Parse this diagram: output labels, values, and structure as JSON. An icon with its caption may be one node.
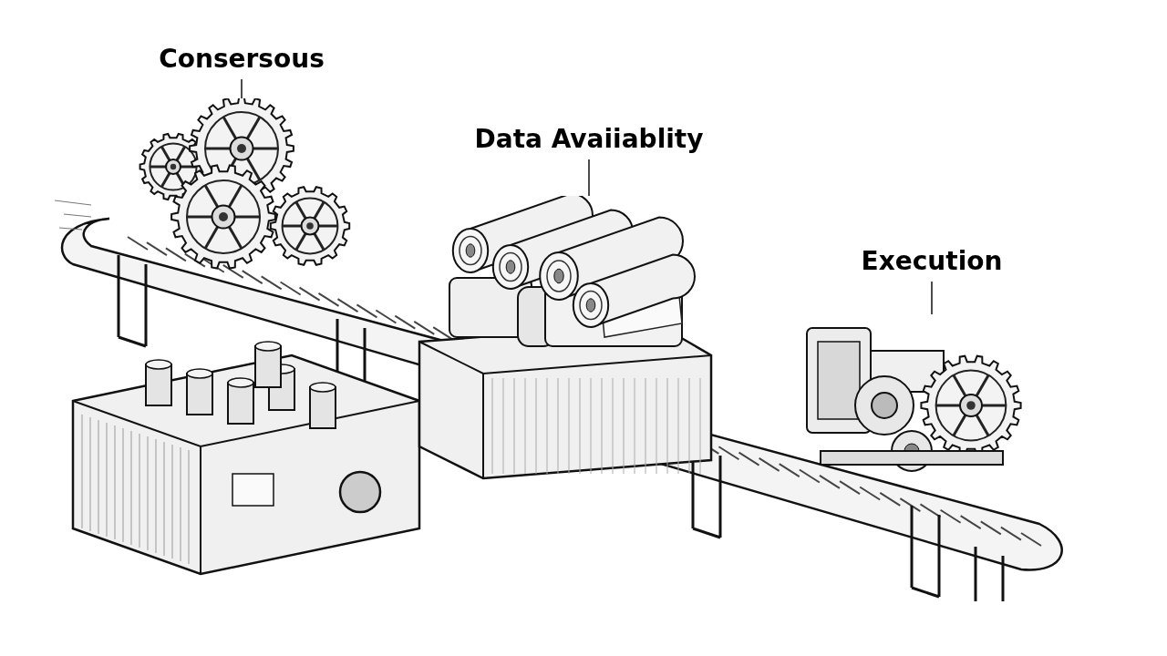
{
  "diagram": {
    "nodes": [
      {
        "text": [
          "Consersous"
        ]
      },
      {
        "text": [
          "Data Avaiiablity"
        ]
      },
      {
        "text": [
          "Execution"
        ]
      },
      {
        "text": [],
        "shape": "picture"
      },
      {
        "text": [],
        "shape": "picture"
      },
      {
        "text": [],
        "shape": "picture"
      }
    ],
    "edges": [
      {
        "from": 0,
        "to": 3,
        "arrow": "none"
      },
      {
        "from": 1,
        "to": 4,
        "arrow": "none"
      },
      {
        "from": 2,
        "to": 5,
        "arrow": "none"
      }
    ]
  }
}
